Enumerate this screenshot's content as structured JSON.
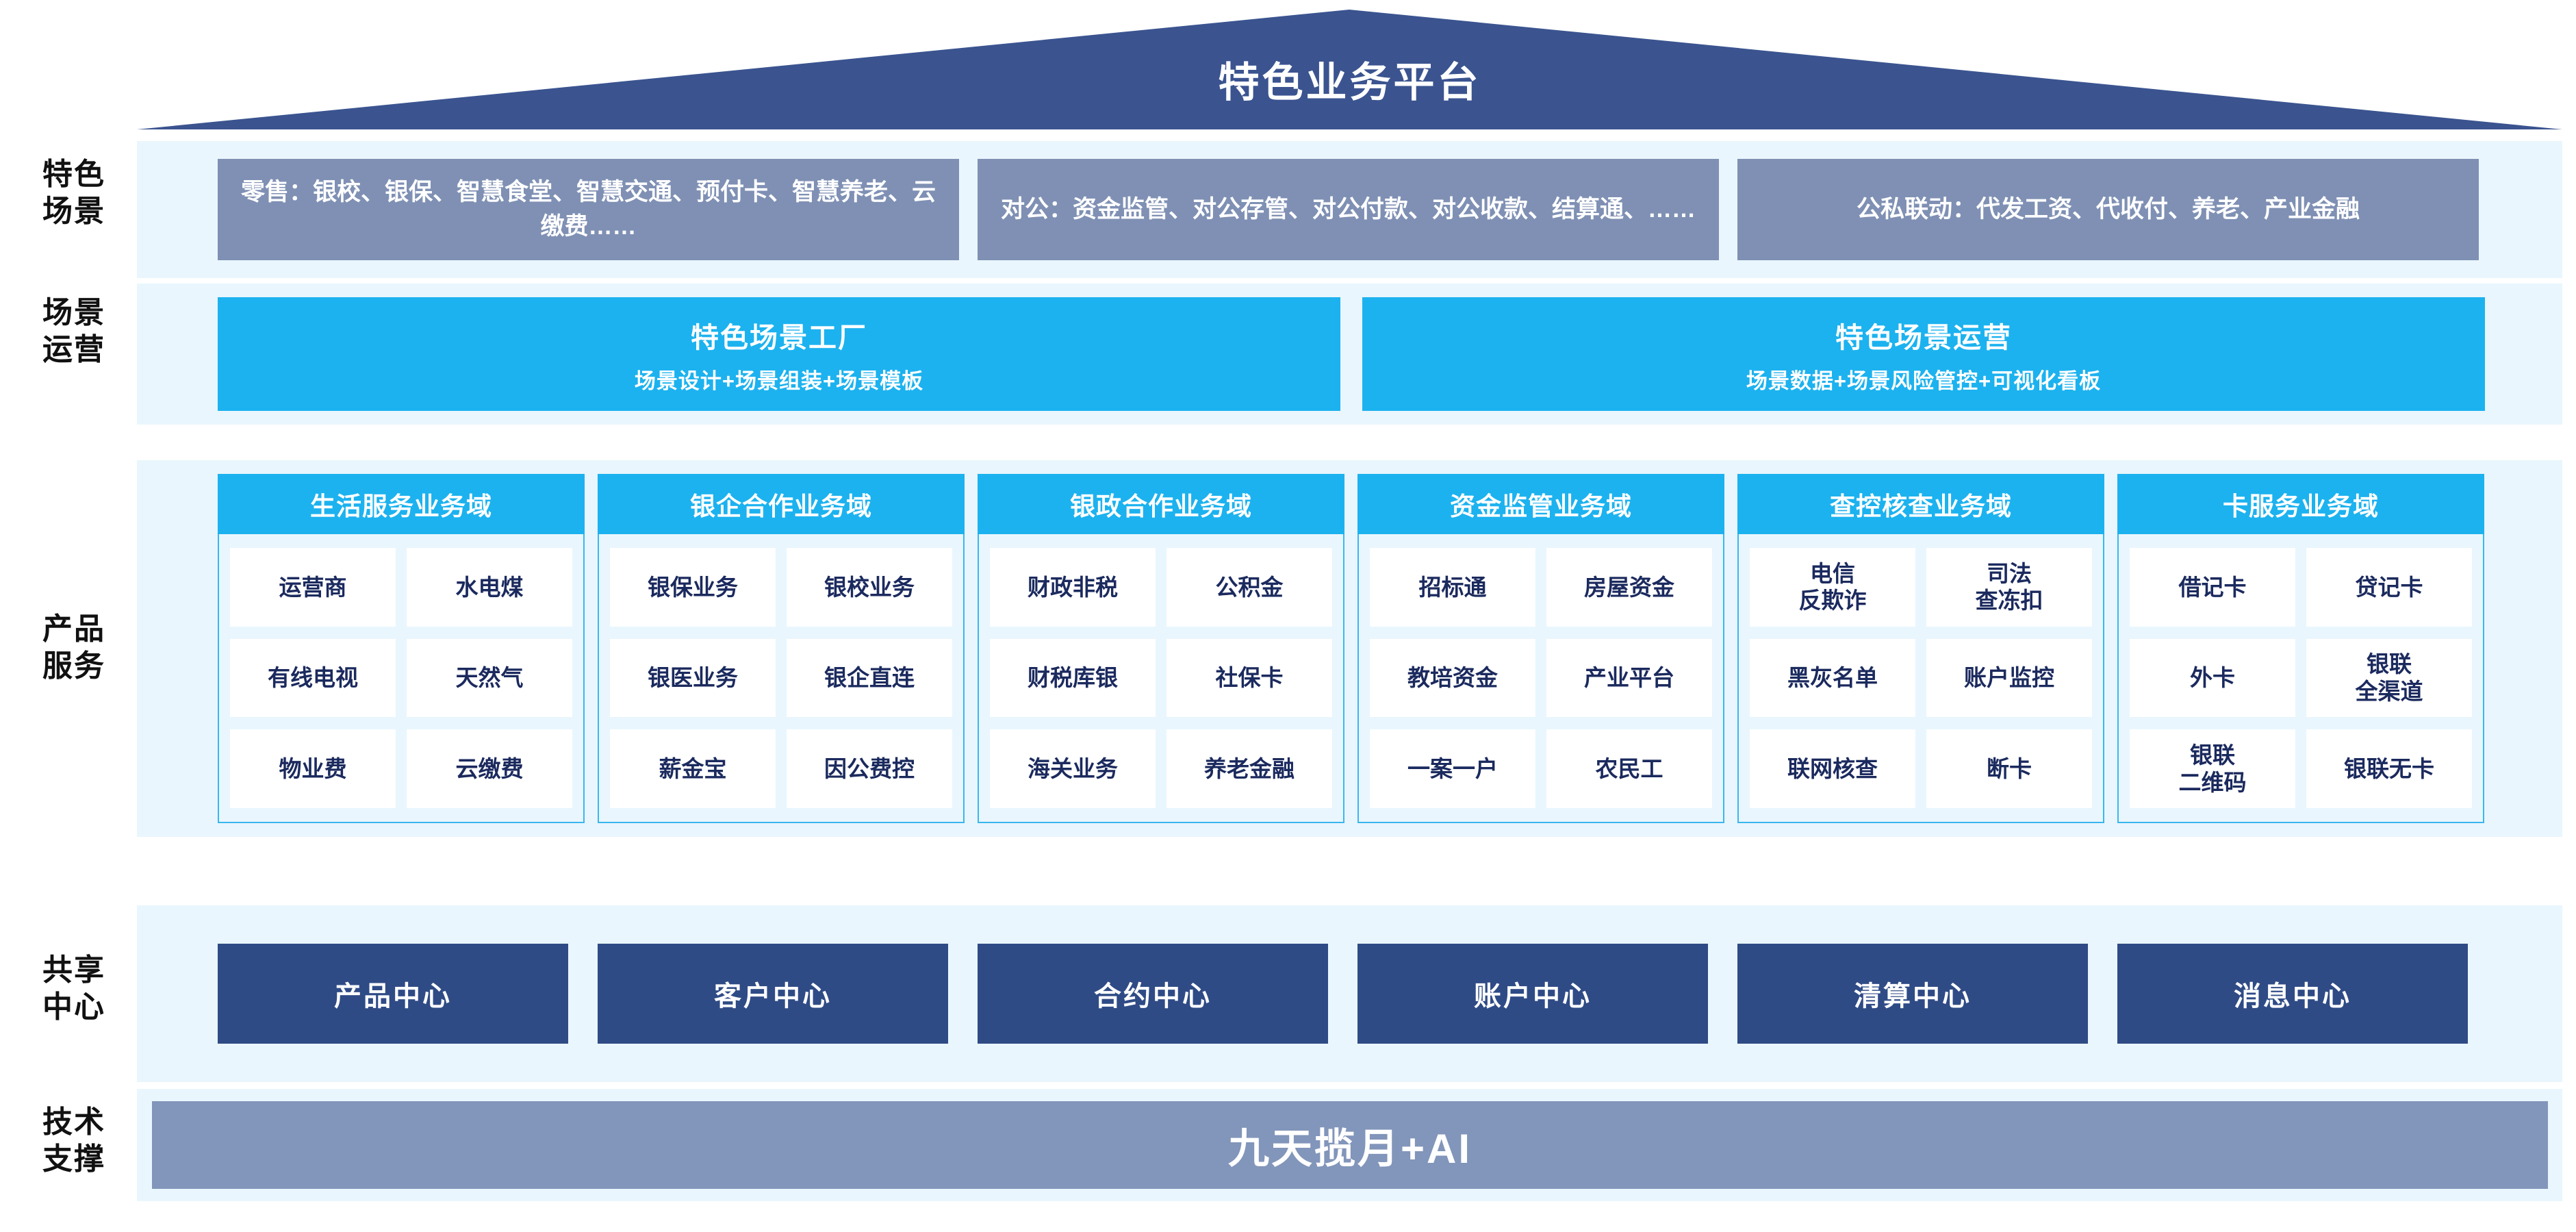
{
  "header": {
    "title": "特色业务平台"
  },
  "rail": {
    "labels": [
      "特色\n场景",
      "场景\n运营",
      "产品\n服务",
      "共享\n中心",
      "技术\n支撑"
    ]
  },
  "scenarios": {
    "boxes": [
      "零售：银校、银保、智慧食堂、智慧交通、预付卡、智慧养老、云缴费……",
      "对公：资金监管、对公存管、对公付款、对公收款、结算通、……",
      "公私联动：代发工资、代收付、养老、产业金融"
    ]
  },
  "operations": {
    "boxes": [
      {
        "title": "特色场景工厂",
        "subtitle": "场景设计+场景组装+场景模板"
      },
      {
        "title": "特色场景运营",
        "subtitle": "场景数据+场景风险管控+可视化看板"
      }
    ]
  },
  "domains": [
    {
      "title": "生活服务业务域",
      "cells": [
        "运营商",
        "水电煤",
        "有线电视",
        "天然气",
        "物业费",
        "云缴费"
      ]
    },
    {
      "title": "银企合作业务域",
      "cells": [
        "银保业务",
        "银校业务",
        "银医业务",
        "银企直连",
        "薪金宝",
        "因公费控"
      ]
    },
    {
      "title": "银政合作业务域",
      "cells": [
        "财政非税",
        "公积金",
        "财税库银",
        "社保卡",
        "海关业务",
        "养老金融"
      ]
    },
    {
      "title": "资金监管业务域",
      "cells": [
        "招标通",
        "房屋资金",
        "教培资金",
        "产业平台",
        "一案一户",
        "农民工"
      ]
    },
    {
      "title": "查控核查业务域",
      "cells": [
        "电信\n反欺诈",
        "司法\n查冻扣",
        "黑灰名单",
        "账户监控",
        "联网核查",
        "断卡"
      ]
    },
    {
      "title": "卡服务业务域",
      "cells": [
        "借记卡",
        "贷记卡",
        "外卡",
        "银联\n全渠道",
        "银联\n二维码",
        "银联无卡"
      ]
    }
  ],
  "shared_centers": {
    "boxes": [
      "产品中心",
      "客户中心",
      "合约中心",
      "账户中心",
      "清算中心",
      "消息中心"
    ]
  },
  "tech_support": {
    "label": "九天揽月+AI"
  },
  "colors": {
    "roof": "#3b5490",
    "band": "#e9f6fd",
    "scenario_box": "#7f90b4",
    "cyan": "#1cb2ef",
    "cyan_border": "#3ab7ee",
    "center_box": "#2f4b86",
    "tech_bar": "#8295ba",
    "text_dark": "#1b2a5e",
    "white": "#ffffff"
  }
}
